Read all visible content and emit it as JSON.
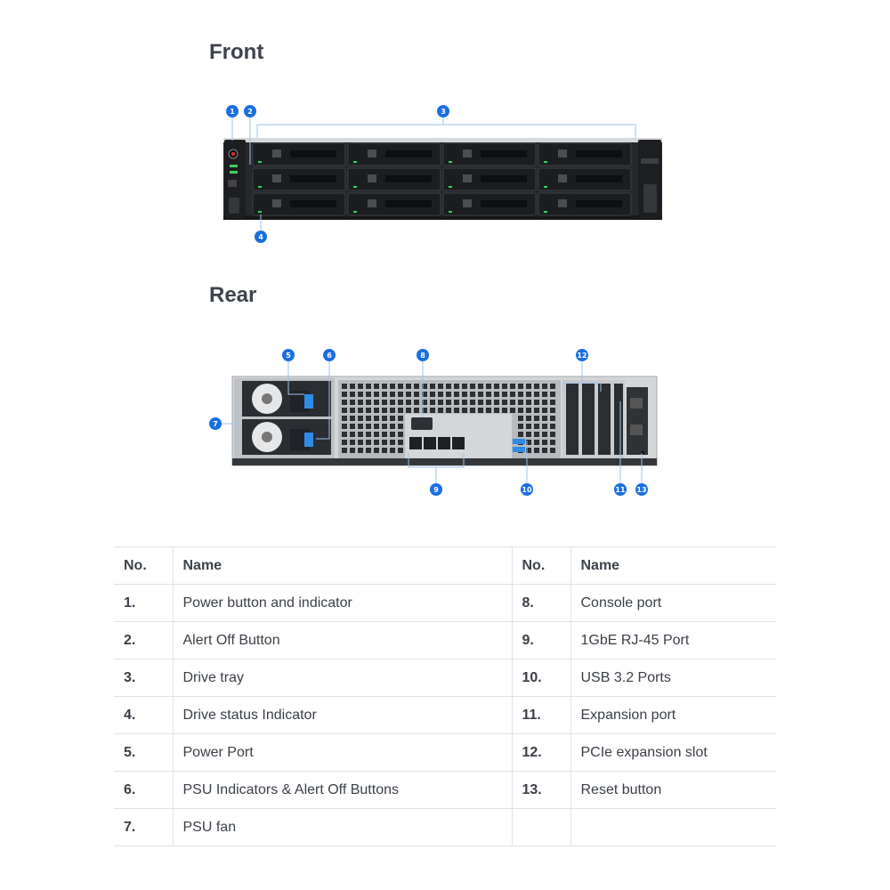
{
  "front": {
    "title": "Front"
  },
  "rear": {
    "title": "Rear"
  },
  "callouts": {
    "front": [
      "1",
      "2",
      "3",
      "4"
    ],
    "rear": [
      "5",
      "6",
      "7",
      "8",
      "9",
      "10",
      "11",
      "12",
      "13"
    ]
  },
  "colors": {
    "accent": "#1a6fe0",
    "callout_line": "#9ec4f0",
    "chassis": "#2b2e33",
    "bezel": "#1d1f22"
  },
  "table": {
    "headers": {
      "no": "No.",
      "name": "Name"
    },
    "left": [
      {
        "no": "1.",
        "name": "Power button and indicator"
      },
      {
        "no": "2.",
        "name": "Alert Off Button"
      },
      {
        "no": "3.",
        "name": "Drive tray"
      },
      {
        "no": "4.",
        "name": "Drive status Indicator"
      },
      {
        "no": "5.",
        "name": "Power Port"
      },
      {
        "no": "6.",
        "name": "PSU Indicators & Alert Off Buttons"
      },
      {
        "no": "7.",
        "name": "PSU fan"
      }
    ],
    "right": [
      {
        "no": "8.",
        "name": "Console port"
      },
      {
        "no": "9.",
        "name": "1GbE RJ-45 Port"
      },
      {
        "no": "10.",
        "name": "USB 3.2 Ports"
      },
      {
        "no": "11.",
        "name": "Expansion port"
      },
      {
        "no": "12.",
        "name": "PCIe expansion slot"
      },
      {
        "no": "13.",
        "name": "Reset button"
      },
      {
        "no": "",
        "name": ""
      }
    ]
  }
}
